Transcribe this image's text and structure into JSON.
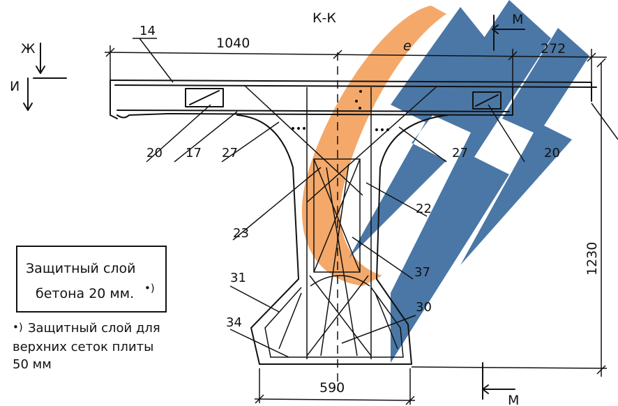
{
  "section_title": "К-К",
  "dimensions": {
    "top_left": "1040",
    "top_mid": "e",
    "top_right": "272",
    "height": "1230",
    "bottom_width": "590"
  },
  "section_marks": {
    "top_cut": "М",
    "bottom_cut": "М",
    "level_1": "Ж",
    "level_2": "И"
  },
  "callouts": [
    "14",
    "20",
    "17",
    "27",
    "27",
    "20",
    "22",
    "23",
    "37",
    "31",
    "30",
    "34"
  ],
  "note_box": {
    "line1": "Защитный слой",
    "line2": "бетона 20 мм.",
    "mark": "•)"
  },
  "footnote": {
    "mark": "•)",
    "line1": "Защитный слой для",
    "line2": "верхних сеток плиты",
    "line3": "50 мм"
  },
  "watermark_colors": {
    "orange": "#F4A96A",
    "blue": "#4A77A6"
  }
}
